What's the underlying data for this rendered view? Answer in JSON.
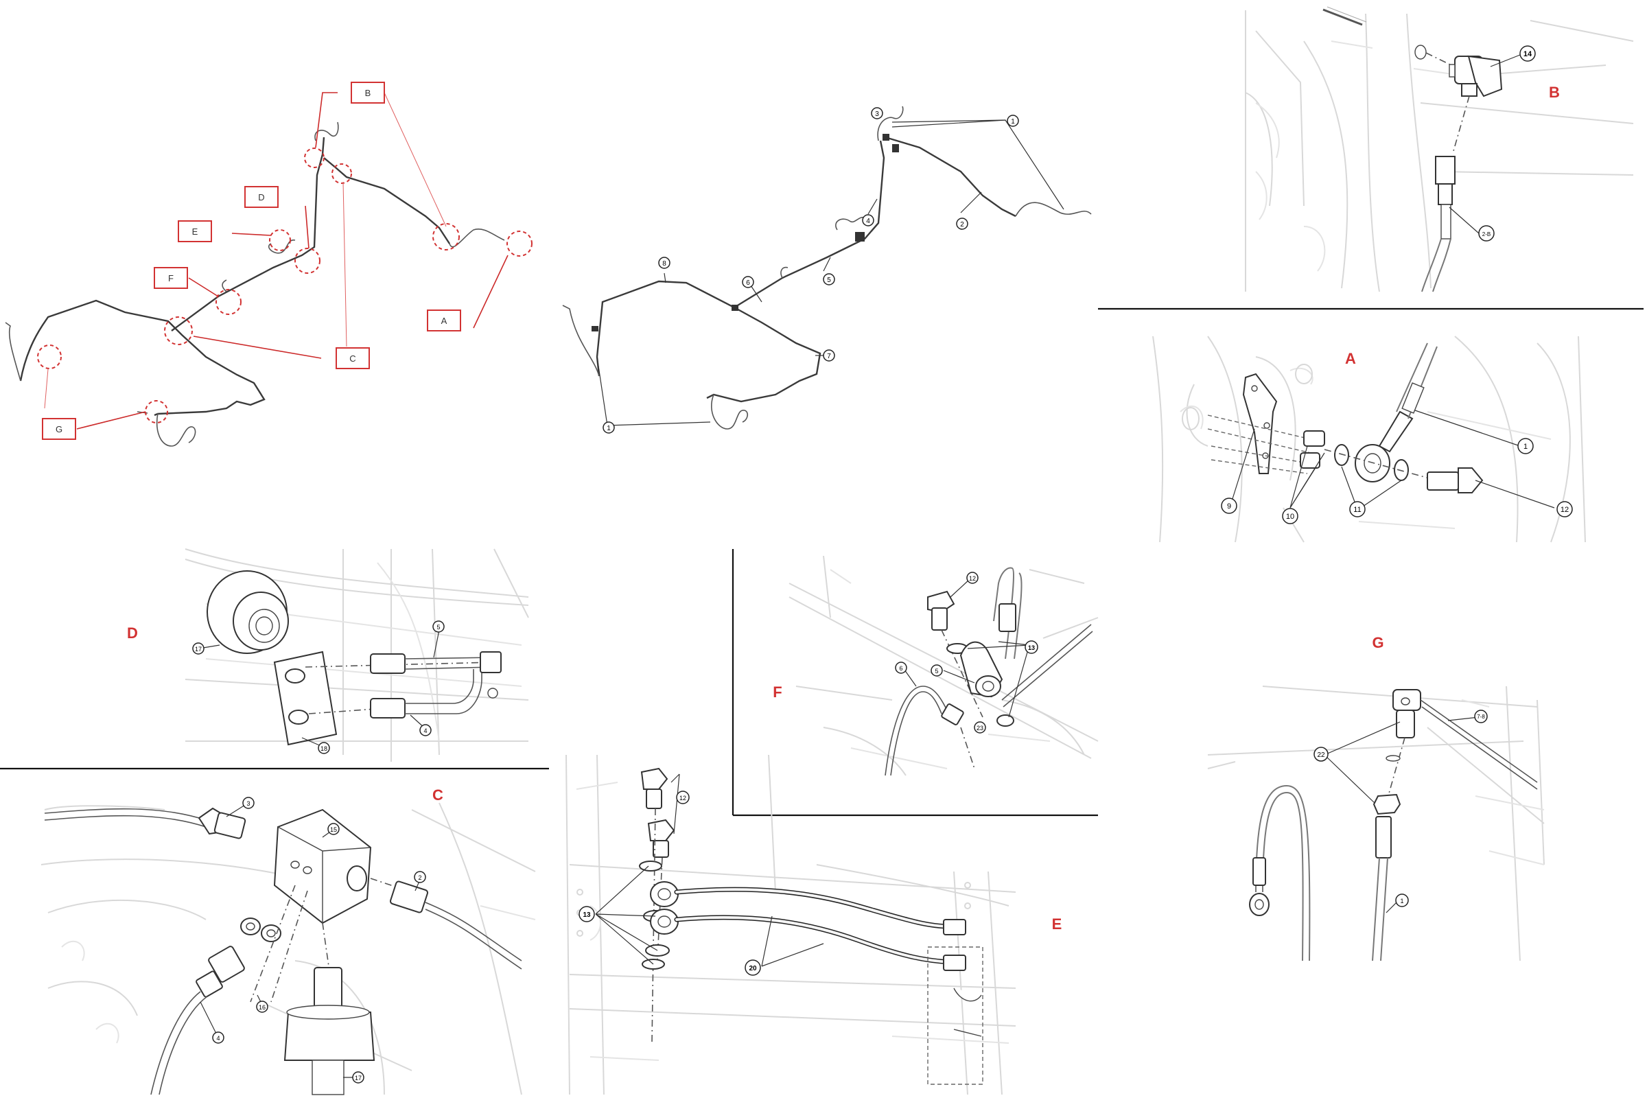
{
  "overview": {
    "callout_boxes": [
      "B",
      "D",
      "E",
      "F",
      "A",
      "C",
      "G"
    ]
  },
  "assembly": {
    "item_numbers": [
      "3",
      "1",
      "2",
      "4",
      "5",
      "6",
      "8",
      "7",
      "1"
    ]
  },
  "details": {
    "B": {
      "title": "B",
      "items": [
        "14",
        "2-B"
      ]
    },
    "A": {
      "title": "A",
      "items": [
        "1",
        "9",
        "10",
        "11",
        "12"
      ]
    },
    "G": {
      "title": "G",
      "items": [
        "22",
        "7-8",
        "1"
      ]
    },
    "D": {
      "title": "D",
      "items": [
        "17",
        "5",
        "4",
        "18"
      ]
    },
    "F": {
      "title": "F",
      "items": [
        "12",
        "13",
        "5",
        "6",
        "23"
      ]
    },
    "C": {
      "title": "C",
      "items": [
        "3",
        "15",
        "2",
        "16",
        "4",
        "17"
      ]
    },
    "E": {
      "title": "E",
      "items": [
        "12",
        "13",
        "20"
      ]
    }
  },
  "colors": {
    "accent": "#d23232",
    "line": "#222222"
  }
}
